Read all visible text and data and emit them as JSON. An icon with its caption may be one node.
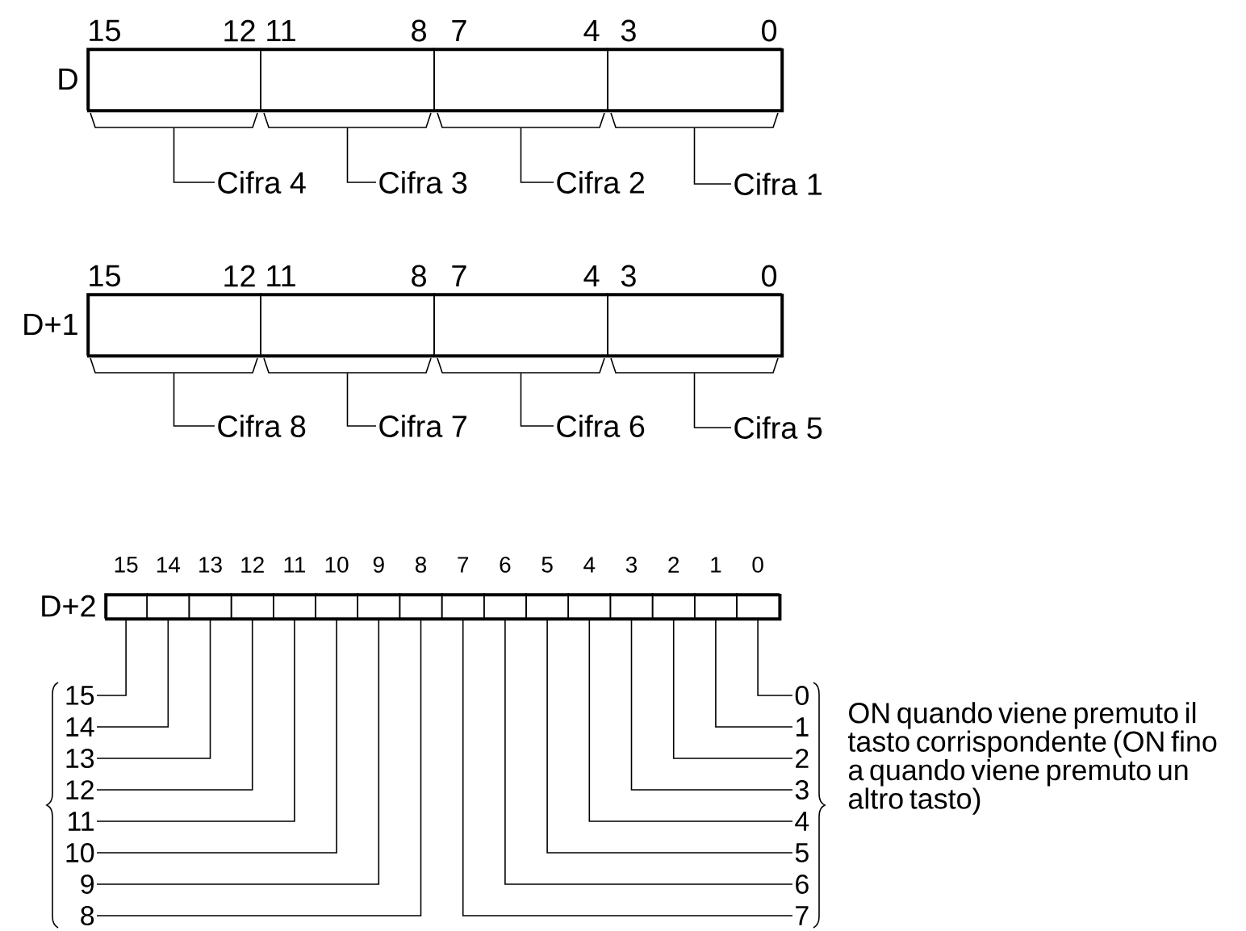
{
  "diagram": {
    "nodes": [
      {
        "text": [
          "D"
        ]
      },
      {
        "text": [],
        "shape": "box",
        "in": 0
      },
      {
        "text": [],
        "shape": "box",
        "in": 0
      },
      {
        "text": [],
        "shape": "box",
        "in": 0
      },
      {
        "text": [],
        "shape": "box",
        "in": 0
      },
      {
        "text": [
          "Cifra 4"
        ]
      },
      {
        "text": [
          "Cifra 3"
        ]
      },
      {
        "text": [
          "Cifra 2"
        ]
      },
      {
        "text": [
          "Cifra 1"
        ]
      },
      {
        "text": [
          "D+1"
        ]
      },
      {
        "text": [],
        "shape": "box",
        "in": 9
      },
      {
        "text": [],
        "shape": "box",
        "in": 9
      },
      {
        "text": [],
        "shape": "box",
        "in": 9
      },
      {
        "text": [],
        "shape": "box",
        "in": 9
      },
      {
        "text": [
          "Cifra 8"
        ]
      },
      {
        "text": [
          "Cifra 7"
        ]
      },
      {
        "text": [
          "Cifra 6"
        ]
      },
      {
        "text": [
          "Cifra 5"
        ]
      },
      {
        "text": [
          "D+2"
        ]
      },
      {
        "text": [],
        "shape": "box",
        "in": 18
      },
      {
        "text": [],
        "shape": "box",
        "in": 18
      },
      {
        "text": [],
        "shape": "box",
        "in": 18
      },
      {
        "text": [],
        "shape": "box",
        "in": 18
      },
      {
        "text": [],
        "shape": "box",
        "in": 18
      },
      {
        "text": [],
        "shape": "box",
        "in": 18
      },
      {
        "text": [],
        "shape": "box",
        "in": 18
      },
      {
        "text": [],
        "shape": "box",
        "in": 18
      },
      {
        "text": [],
        "shape": "box",
        "in": 18
      },
      {
        "text": [],
        "shape": "box",
        "in": 18
      },
      {
        "text": [],
        "shape": "box",
        "in": 18
      },
      {
        "text": [],
        "shape": "box",
        "in": 18
      },
      {
        "text": [],
        "shape": "box",
        "in": 18
      },
      {
        "text": [],
        "shape": "box",
        "in": 18
      },
      {
        "text": [],
        "shape": "box",
        "in": 18
      },
      {
        "text": [],
        "shape": "box",
        "in": 18
      },
      {
        "text": [
          "15"
        ]
      },
      {
        "text": [
          "14"
        ]
      },
      {
        "text": [
          "13"
        ]
      },
      {
        "text": [
          "12"
        ]
      },
      {
        "text": [
          "11"
        ]
      },
      {
        "text": [
          "10"
        ]
      },
      {
        "text": [
          "9"
        ]
      },
      {
        "text": [
          "8"
        ]
      },
      {
        "text": [
          "0"
        ]
      },
      {
        "text": [
          "1"
        ]
      },
      {
        "text": [
          "2"
        ]
      },
      {
        "text": [
          "3"
        ]
      },
      {
        "text": [
          "4"
        ]
      },
      {
        "text": [
          "5"
        ]
      },
      {
        "text": [
          "6"
        ]
      },
      {
        "text": [
          "7"
        ]
      }
    ],
    "edges": [
      {
        "from": 1,
        "to": 5,
        "arrow": "none"
      },
      {
        "from": 2,
        "to": 6,
        "arrow": "none"
      },
      {
        "from": 3,
        "to": 7,
        "arrow": "none"
      },
      {
        "from": 4,
        "to": 8,
        "arrow": "none"
      },
      {
        "from": 10,
        "to": 14,
        "arrow": "none"
      },
      {
        "from": 11,
        "to": 15,
        "arrow": "none"
      },
      {
        "from": 12,
        "to": 16,
        "arrow": "none"
      },
      {
        "from": 13,
        "to": 17,
        "arrow": "none"
      },
      {
        "from": 19,
        "to": 35,
        "arrow": "none"
      },
      {
        "from": 20,
        "to": 36,
        "arrow": "none"
      },
      {
        "from": 21,
        "to": 37,
        "arrow": "none"
      },
      {
        "from": 22,
        "to": 38,
        "arrow": "none"
      },
      {
        "from": 23,
        "to": 39,
        "arrow": "none"
      },
      {
        "from": 24,
        "to": 40,
        "arrow": "none"
      },
      {
        "from": 25,
        "to": 41,
        "arrow": "none"
      },
      {
        "from": 26,
        "to": 42,
        "arrow": "none"
      },
      {
        "from": 34,
        "to": 43,
        "arrow": "none"
      },
      {
        "from": 33,
        "to": 44,
        "arrow": "none"
      },
      {
        "from": 32,
        "to": 45,
        "arrow": "none"
      },
      {
        "from": 31,
        "to": 46,
        "arrow": "none"
      },
      {
        "from": 30,
        "to": 47,
        "arrow": "none"
      },
      {
        "from": 29,
        "to": 48,
        "arrow": "none"
      },
      {
        "from": 28,
        "to": 49,
        "arrow": "none"
      },
      {
        "from": 27,
        "to": 50,
        "arrow": "none"
      }
    ],
    "labels": [
      "15",
      "12",
      "11",
      "8",
      "7",
      "4",
      "3",
      "0",
      "15",
      "12",
      "11",
      "8",
      "7",
      "4",
      "3",
      "0",
      "15",
      "14",
      "13",
      "12",
      "11",
      "10",
      "9",
      "8",
      "7",
      "6",
      "5",
      "4",
      "3",
      "2",
      "1",
      "0",
      "ON quando viene premuto il tasto corrispondente (ON fino a quando viene premuto un altro tasto)"
    ]
  }
}
